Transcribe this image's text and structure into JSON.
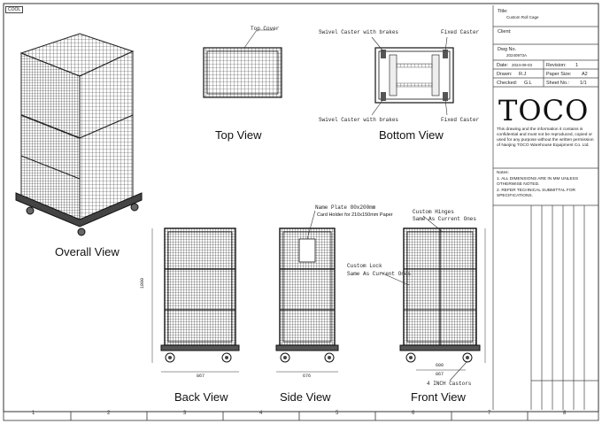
{
  "sheet_code": "COOL",
  "views": {
    "overall": "Overall View",
    "top": "Top View",
    "bottom": "Bottom View",
    "back": "Back View",
    "side": "Side View",
    "front": "Front View"
  },
  "callouts": {
    "top_cover": "Top Cover",
    "swivel_caster_1": "Swivel Caster with brakes",
    "swivel_caster_2": "Swivel Caster with brakes",
    "fixed_caster_1": "Fixed Caster",
    "fixed_caster_2": "Fixed Caster",
    "name_plate": "Name Plate 80x200mm",
    "card_holder": "Card Holder for 210x150mm Paper",
    "custom_lock": "Custom Lock",
    "same_lock": "Same As Current Ones",
    "custom_hinges": "Custom Hinges",
    "same_hinges": "Same As Current Ones",
    "casters": "4 INCH Castors"
  },
  "dimensions": {
    "height": "1800",
    "back_width": "867",
    "side_width": "676",
    "front_width": "867",
    "front_inner": "600"
  },
  "title_block": {
    "title_label": "Title:",
    "title_value": "Custom Roll Cage",
    "client_label": "Client:",
    "client_value": "",
    "dwg_label": "Dwg No.",
    "dwg_value": "20240973A",
    "date_label": "Date:",
    "date_value": "2024-09-03",
    "revision_label": "Revision:",
    "revision_value": "1",
    "drawn_label": "Drawn:",
    "drawn_value": "R.J",
    "paper_label": "Paper Size:",
    "paper_value": "A2",
    "checked_label": "Checked:",
    "checked_value": "G.L",
    "sheet_label": "Sheet No.:",
    "sheet_value": "1/1",
    "logo": "TOCO",
    "confidential": "This drawing and the information it contains is confidential and must not be reproduced, copied or used for any purpose without the written permission of Nanjing TOCO Warehouse Equipment Co. Ltd.",
    "notes_label": "Notes:",
    "note1": "1.  ALL DIMENSIONS ARE IN MM UNLESS OTHERWISE NOTED.",
    "note2": "2.  REFER TECHNICAL SUBMITTAL FOR SPECIFICATIONS."
  },
  "zones": [
    "1",
    "2",
    "3",
    "4",
    "5",
    "6",
    "7",
    "8"
  ]
}
